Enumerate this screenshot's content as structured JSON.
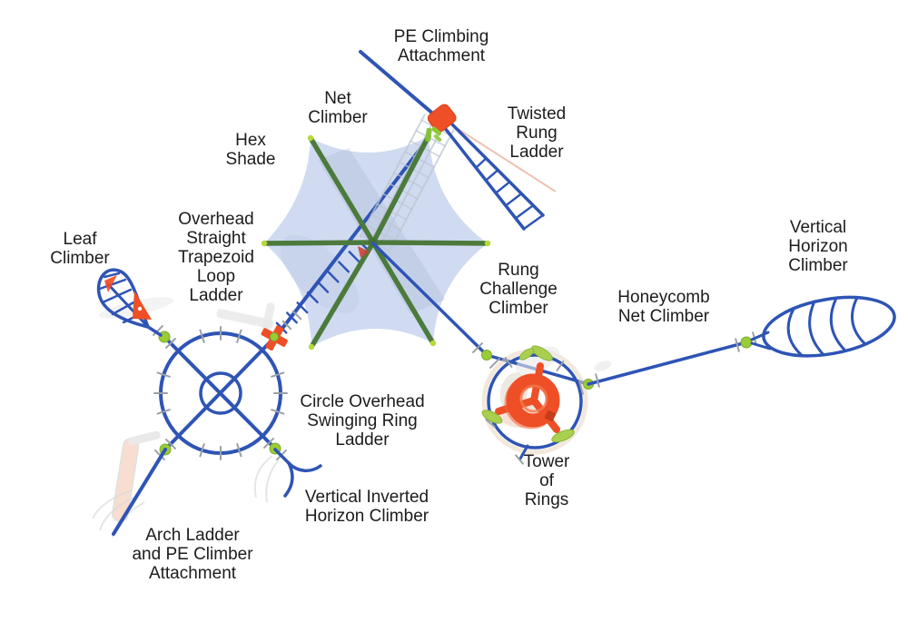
{
  "diagram": {
    "background": "#ffffff",
    "colors": {
      "structure_blue": "#2e54b5",
      "shade_spoke_green": "#4c7a3c",
      "connector_green": "#9bcb35",
      "accent_orange": "#ee4f26",
      "shade_fabric": "#cdd9f0",
      "net_gray": "#bdc5d3",
      "label_text": "#1c1c1c"
    },
    "labels": [
      {
        "id": "pe-climbing-attachment",
        "text": "PE Climbing\nAttachment"
      },
      {
        "id": "net-climber",
        "text": "Net\nClimber"
      },
      {
        "id": "twisted-rung-ladder",
        "text": "Twisted\nRung\nLadder"
      },
      {
        "id": "hex-shade",
        "text": "Hex\nShade"
      },
      {
        "id": "overhead-straight-trapezoid-loop-ladder",
        "text": "Overhead\nStraight\nTrapezoid\nLoop\nLadder"
      },
      {
        "id": "leaf-climber",
        "text": "Leaf\nClimber"
      },
      {
        "id": "vertical-horizon-climber",
        "text": "Vertical\nHorizon\nClimber"
      },
      {
        "id": "honeycomb-net-climber",
        "text": "Honeycomb\nNet Climber"
      },
      {
        "id": "rung-challenge-climber",
        "text": "Rung\nChallenge\nClimber"
      },
      {
        "id": "circle-overhead-swinging-ring-ladder",
        "text": "Circle Overhead\nSwinging Ring\nLadder"
      },
      {
        "id": "tower-of-rings",
        "text": "Tower\nof\nRings"
      },
      {
        "id": "vertical-inverted-horizon-climber",
        "text": "Vertical Inverted\nHorizon Climber"
      },
      {
        "id": "arch-ladder-pe-climber-attachment",
        "text": "Arch Ladder\nand PE Climber\nAttachment"
      }
    ]
  }
}
